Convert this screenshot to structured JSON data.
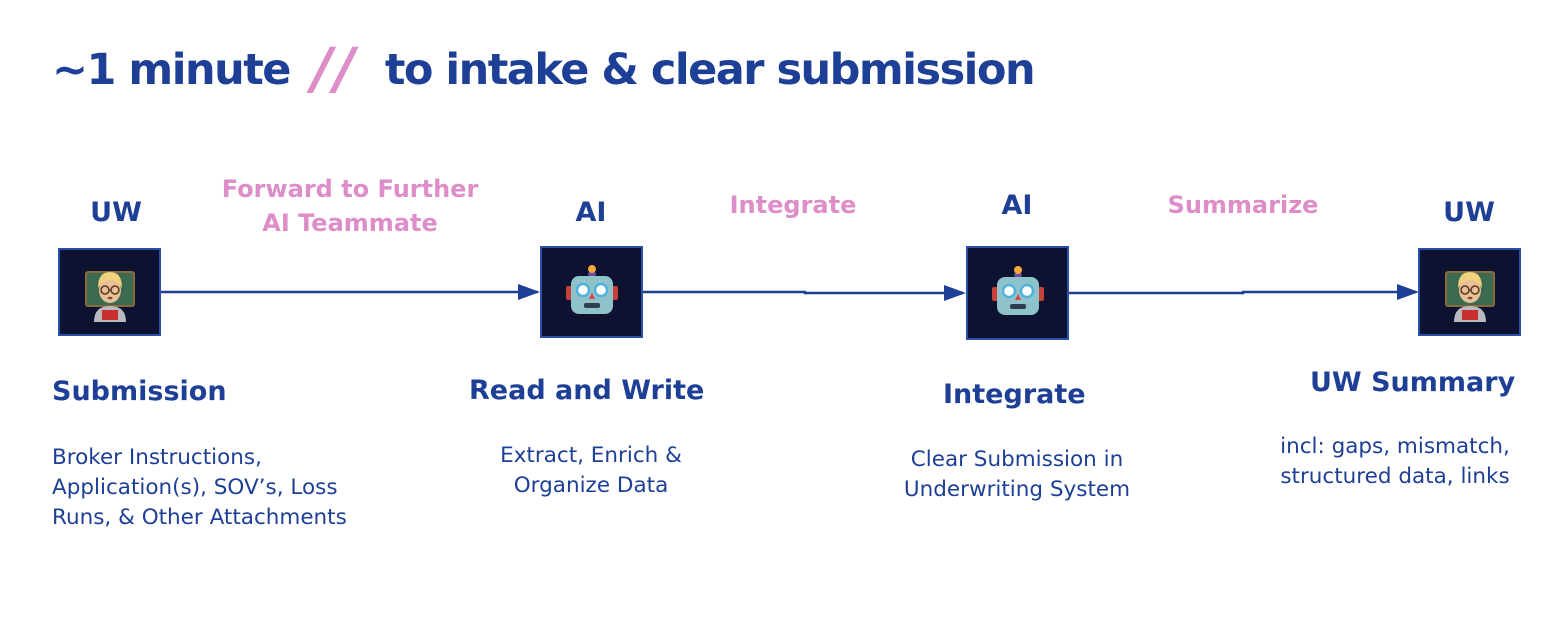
{
  "title": {
    "duration": "~1 minute",
    "separator": "//",
    "rest": "to intake & clear submission"
  },
  "colors": {
    "primary": "#1e3f96",
    "accent": "#dd8ec8",
    "node_bg": "#0c1230",
    "node_border": "#2a4fa8"
  },
  "actors": [
    {
      "label": "UW",
      "icon": "teacher-emoji-icon"
    },
    {
      "label": "AI",
      "icon": "robot-emoji-icon"
    },
    {
      "label": "AI",
      "icon": "robot-emoji-icon"
    },
    {
      "label": "UW",
      "icon": "teacher-emoji-icon"
    }
  ],
  "edges": [
    {
      "label": "Forward to Further\nAI  Teammate"
    },
    {
      "label": "Integrate"
    },
    {
      "label": "Summarize"
    }
  ],
  "steps": [
    {
      "title": "Submission",
      "desc": "Broker Instructions,\nApplication(s), SOV’s, Loss\nRuns, & Other Attachments"
    },
    {
      "title": "Read and Write",
      "desc": "Extract, Enrich &\nOrganize Data"
    },
    {
      "title": "Integrate",
      "desc": "Clear Submission in\nUnderwriting System"
    },
    {
      "title": "UW Summary",
      "desc": "incl: gaps, mismatch,\nstructured data, links"
    }
  ]
}
